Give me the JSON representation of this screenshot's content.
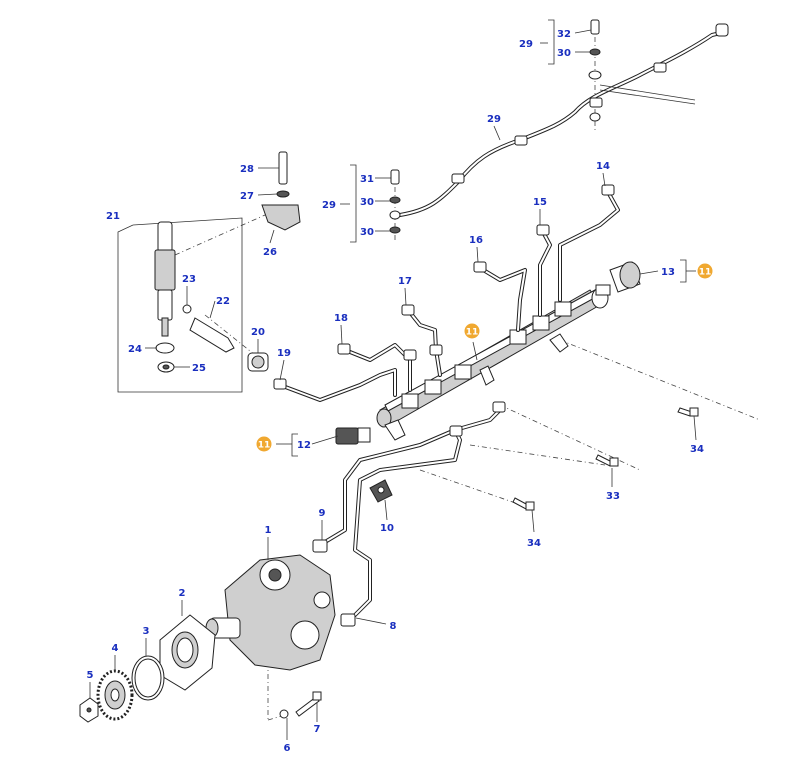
{
  "callouts": {
    "c1": "1",
    "c2": "2",
    "c3": "3",
    "c4": "4",
    "c5": "5",
    "c6": "6",
    "c7": "7",
    "c8": "8",
    "c9": "9",
    "c10": "10",
    "c12": "12",
    "c13": "13",
    "c14": "14",
    "c15": "15",
    "c16": "16",
    "c17": "17",
    "c18": "18",
    "c19": "19",
    "c20": "20",
    "c21": "21",
    "c22": "22",
    "c23": "23",
    "c24": "24",
    "c25": "25",
    "c26": "26",
    "c27": "27",
    "c28": "28",
    "c29a": "29",
    "c29b": "29",
    "c29c": "29",
    "c30a": "30",
    "c30b": "30",
    "c30c": "30",
    "c31": "31",
    "c32": "32",
    "c33": "33",
    "c34a": "34",
    "c34b": "34"
  },
  "badges": {
    "b11a": "11",
    "b11b": "11",
    "b11c": "11"
  },
  "colors": {
    "callout": "#1a2fbf",
    "badge": "#f0a830",
    "line": "#222222"
  }
}
